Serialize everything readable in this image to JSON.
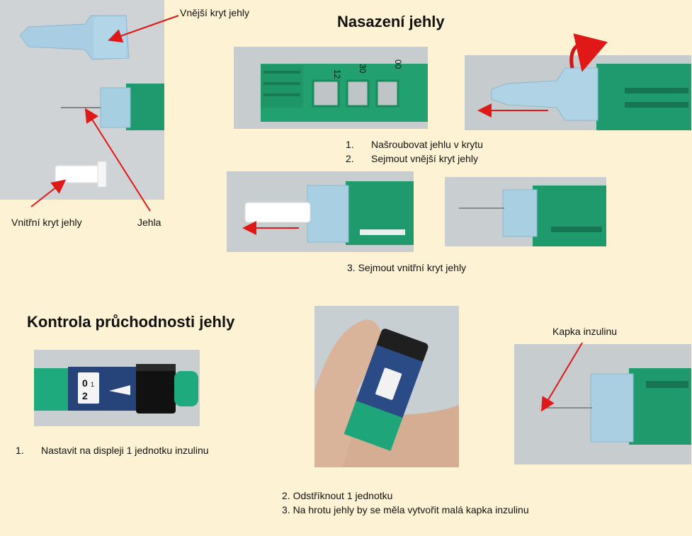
{
  "labels": {
    "outer_cap": "Vnější kryt jehly",
    "inner_cap": "Vnitřní kryt jehly",
    "needle": "Jehla",
    "drop": "Kapka inzulinu"
  },
  "section1": {
    "title": "Nasazení jehly",
    "steps": [
      {
        "num": "1.",
        "text": "Našroubovat jehlu v krytu"
      },
      {
        "num": "2.",
        "text": "Sejmout vnější kryt jehly"
      }
    ],
    "step3": "3. Sejmout vnitřní kryt jehly"
  },
  "section2": {
    "title": "Kontrola průchodnosti jehly",
    "step1_num": "1.",
    "step1_text": "Nastavit na displeji 1 jednotku inzulinu",
    "step2": "2. Odstříknout 1 jednotku",
    "step3": "3. Na hrotu jehly by se měla vytvořit malá kapka inzulinu"
  },
  "pen_dial": {
    "scale_marks": [
      "12",
      "30",
      "00"
    ],
    "display_top": "0",
    "display_bottom": "2",
    "display_units": "1"
  },
  "colors": {
    "background": "#fdf2d3",
    "pen_green": "#1e9a6e",
    "arrow_red": "#e01818",
    "photo_bg": "#c9ced1"
  }
}
